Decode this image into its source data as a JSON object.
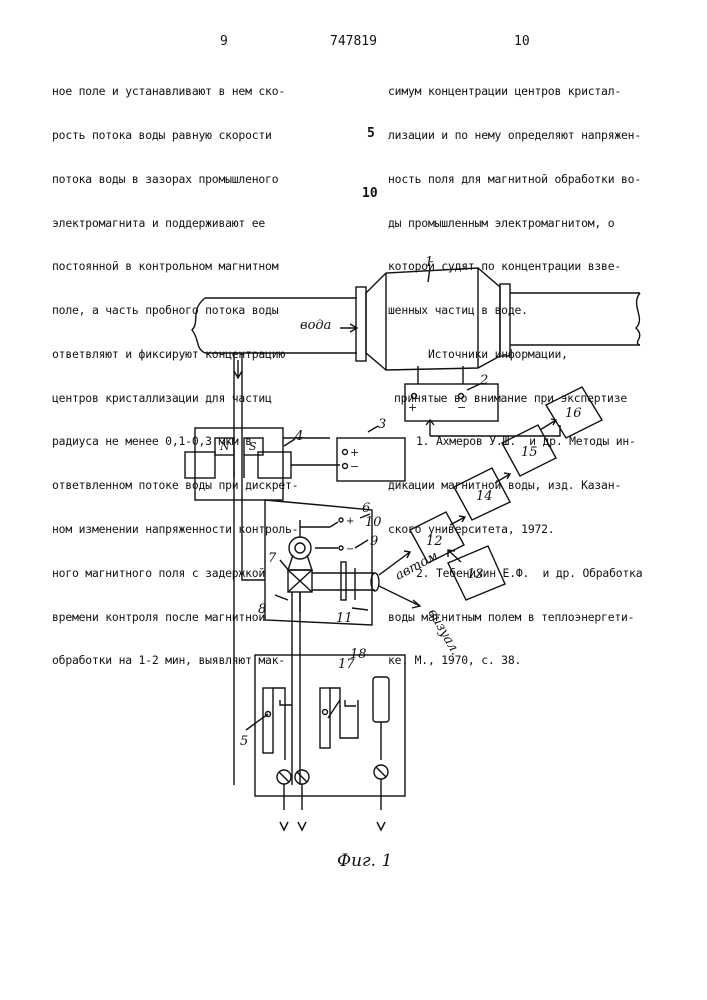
{
  "header": {
    "page_left": "9",
    "patent_number": "747819",
    "page_right": "10"
  },
  "left_column": [
    "ное поле и устанавливают в нем ско-",
    "рость потока воды равную скорости",
    "потока воды в зазорах промышленого",
    "электромагнита и поддерживают ее",
    "постоянной в контрольном магнитном",
    "поле, а часть пробного потока воды",
    "ответвляют и фиксируют концентрацию",
    "центров кристаллизации для частиц",
    "радиуса не менее 0,1-0,3 мкм в",
    "ответвленном потоке воды при дискрет-",
    "ном изменении напряженности контроль-",
    "ного магнитного поля с задержкой",
    "времени контроля после магнитной",
    "обработки на 1-2 мин, выявляют мак-"
  ],
  "right_column": [
    "симум концентрации центров кристал-",
    "лизации и по нему определяют напряжен-",
    "ность поля для магнитной обработки во-",
    "ды промышленным электромагнитом, о",
    "которой судят по концентрации взве-",
    "шенных частиц в воде."
  ],
  "line_markers": [
    "5",
    "10"
  ],
  "sources": {
    "heading": "Источники информации,",
    "subheading": "принятые во внимание при экспертизе",
    "items": [
      "1. Ахмеров У.Ш.  и др. Методы ин-",
      "дикации магнитной воды, изд. Казан-",
      "ского университета, 1972.",
      "2. Тебенихин Е.Ф.  и др. Обработка",
      "воды магнитным полем в теплоэнергети-",
      "ке. М., 1970, с. 38."
    ]
  },
  "figure": {
    "caption": "Фиг. 1",
    "water_label": "вода",
    "auto_label": "автом",
    "visual_label": "визуал.",
    "magnet_n": "N",
    "magnet_s": "S",
    "plus": "+",
    "minus": "−",
    "numbers": [
      "1",
      "2",
      "3",
      "4",
      "5",
      "6",
      "7",
      "8",
      "9",
      "10",
      "11",
      "12",
      "13",
      "14",
      "15",
      "16",
      "17",
      "18"
    ]
  }
}
